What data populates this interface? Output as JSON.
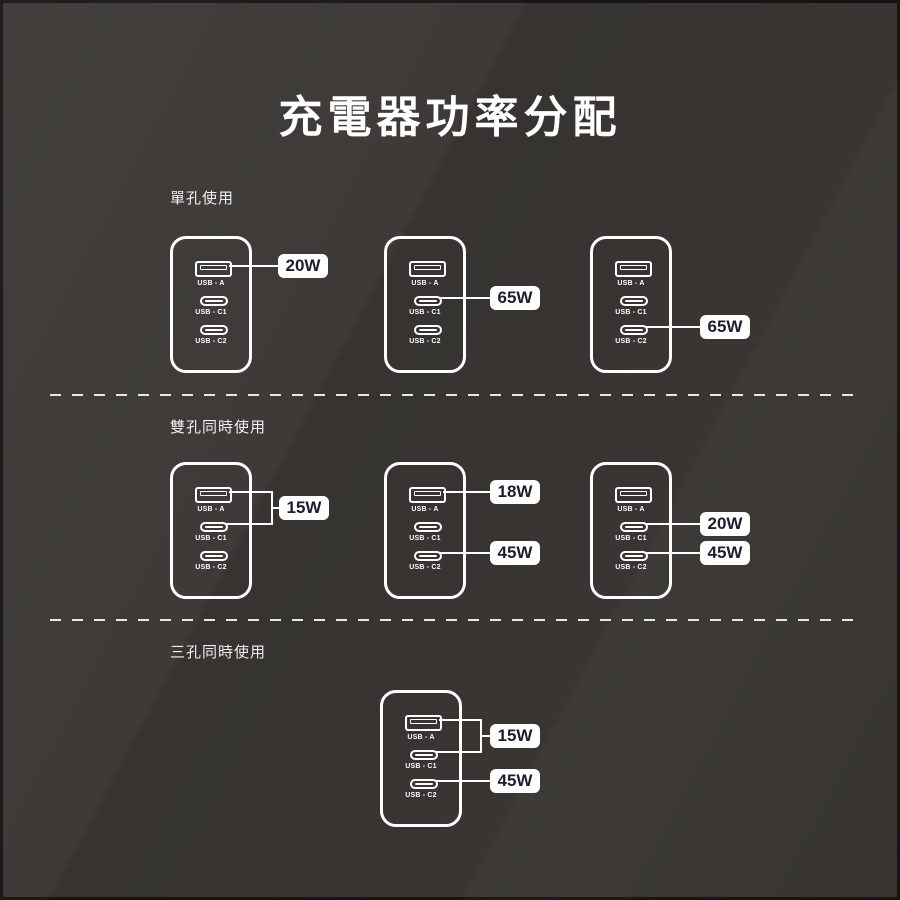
{
  "title": "充電器功率分配",
  "port_labels": {
    "a": "USB - A",
    "c1": "USB - C1",
    "c2": "USB - C2"
  },
  "colors": {
    "background": "#393633",
    "frame": "#161514",
    "line_white": "#ffffff",
    "badge_bg": "#ffffff",
    "badge_text": "#1d1d2e"
  },
  "sections": [
    {
      "label": "單孔使用",
      "chargers": [
        {
          "badges": [
            {
              "text": "20W",
              "port": "USB - A"
            }
          ]
        },
        {
          "badges": [
            {
              "text": "65W",
              "port": "USB - C1"
            }
          ]
        },
        {
          "badges": [
            {
              "text": "65W",
              "port": "USB - C2"
            }
          ]
        }
      ]
    },
    {
      "label": "雙孔同時使用",
      "chargers": [
        {
          "badges": [
            {
              "text": "15W",
              "port": "USB - A + USB - C1"
            }
          ]
        },
        {
          "badges": [
            {
              "text": "18W",
              "port": "USB - A"
            },
            {
              "text": "45W",
              "port": "USB - C2"
            }
          ]
        },
        {
          "badges": [
            {
              "text": "20W",
              "port": "USB - C1"
            },
            {
              "text": "45W",
              "port": "USB - C2"
            }
          ]
        }
      ]
    },
    {
      "label": "三孔同時使用",
      "chargers": [
        {
          "badges": [
            {
              "text": "15W",
              "port": "USB - A + USB - C1"
            },
            {
              "text": "45W",
              "port": "USB - C2"
            }
          ]
        }
      ]
    }
  ]
}
